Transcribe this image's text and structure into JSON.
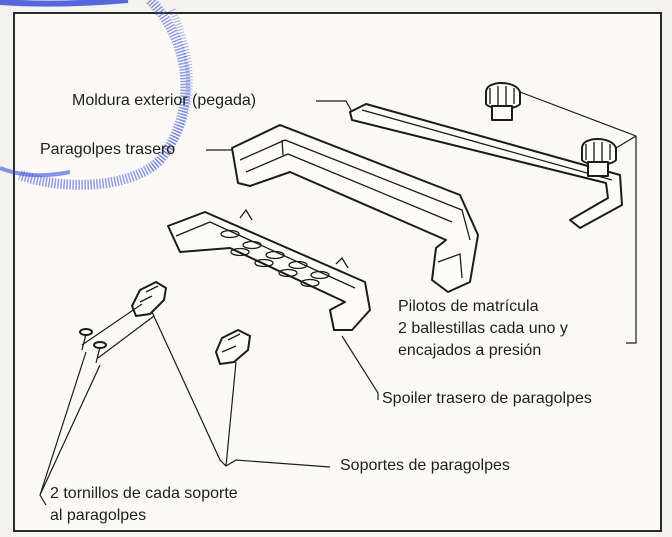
{
  "labels": {
    "moldura": "Moldura exterior (pegada)",
    "paragolpes": "Paragolpes trasero",
    "pilotos_1": "Pilotos de matrícula",
    "pilotos_2": "2 ballestillas cada uno y",
    "pilotos_3": "encajados a presión",
    "spoiler": "Spoiler trasero de paragolpes",
    "soportes": "Soportes de paragolpes",
    "tornillos_1": "2 tornillos de cada soporte",
    "tornillos_2": "al paragolpes"
  },
  "colors": {
    "ink": "#1c1c1c",
    "stamp": "#3a4fd8",
    "paper": "#fbfaf7"
  }
}
